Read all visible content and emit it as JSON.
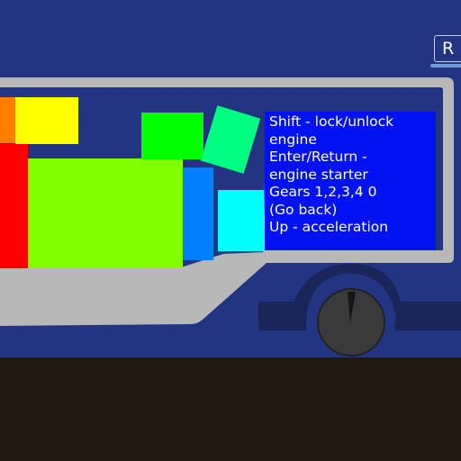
{
  "colors": {
    "background": "#223482",
    "ground": "#21180f",
    "truck_body": "#b8b8b8",
    "wheel_arch": "#1b2458",
    "wheel": "#3a3a3a",
    "help_panel": "#0012f2",
    "button_underline": "#6f9fd8"
  },
  "cargo": [
    {
      "name": "orange-box",
      "color": "#ff7f00"
    },
    {
      "name": "yellow-box",
      "color": "#ffff00"
    },
    {
      "name": "red-box",
      "color": "#ff0000"
    },
    {
      "name": "lime-box",
      "color": "#80ff00"
    },
    {
      "name": "green-box",
      "color": "#00ff00"
    },
    {
      "name": "blue-box",
      "color": "#0080ff"
    },
    {
      "name": "cyan-box",
      "color": "#00ffff"
    },
    {
      "name": "tilted-box",
      "color": "#00ff80"
    }
  ],
  "help": {
    "lines": [
      "Shift - lock/unlock",
      "engine",
      "Enter/Return -",
      "engine starter",
      "Gears 1,2,3,4   0",
      "(Go back)",
      "Up - acceleration"
    ]
  },
  "toolbar": {
    "restart_label": "R"
  }
}
